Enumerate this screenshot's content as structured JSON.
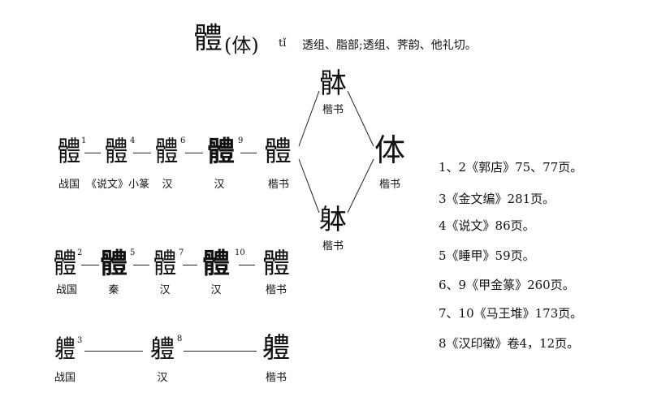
{
  "header": {
    "char": "體",
    "simplified": "(体)",
    "pinyin": "tǐ",
    "readings": "透组、脂部;透组、荠韵、他礼切。"
  },
  "row1": {
    "glyphs": [
      {
        "char": "體",
        "note": "1",
        "label": "战国"
      },
      {
        "char": "體",
        "note": "4",
        "label": "《说文》小篆"
      },
      {
        "char": "體",
        "note": "6",
        "label": "汉"
      },
      {
        "char": "體",
        "note": "9",
        "label": "汉"
      },
      {
        "char": "體",
        "note": "",
        "label": "楷书"
      }
    ]
  },
  "branch": {
    "top": {
      "char": "骵",
      "label": "楷书"
    },
    "bottom": {
      "char": "躰",
      "label": "楷书"
    },
    "right": {
      "char": "体",
      "label": "楷书"
    }
  },
  "row2": {
    "glyphs": [
      {
        "char": "體",
        "note": "2",
        "label": "战国"
      },
      {
        "char": "體",
        "note": "5",
        "label": "秦"
      },
      {
        "char": "體",
        "note": "7",
        "label": "汉"
      },
      {
        "char": "體",
        "note": "10",
        "label": "汉"
      },
      {
        "char": "體",
        "note": "",
        "label": "楷书"
      }
    ]
  },
  "row3": {
    "glyphs": [
      {
        "char": "軆",
        "note": "3",
        "label": "战国"
      },
      {
        "char": "軆",
        "note": "8",
        "label": "汉"
      },
      {
        "char": "軆",
        "note": "",
        "label": "楷书"
      }
    ]
  },
  "references": [
    "1、2《郭店》75、77页。",
    "3《金文编》281页。",
    "4《说文》86页。",
    "5《睡甲》59页。",
    "6、9《甲金篆》260页。",
    "7、10《马王堆》173页。",
    "8《汉印徵》卷4，12页。"
  ]
}
